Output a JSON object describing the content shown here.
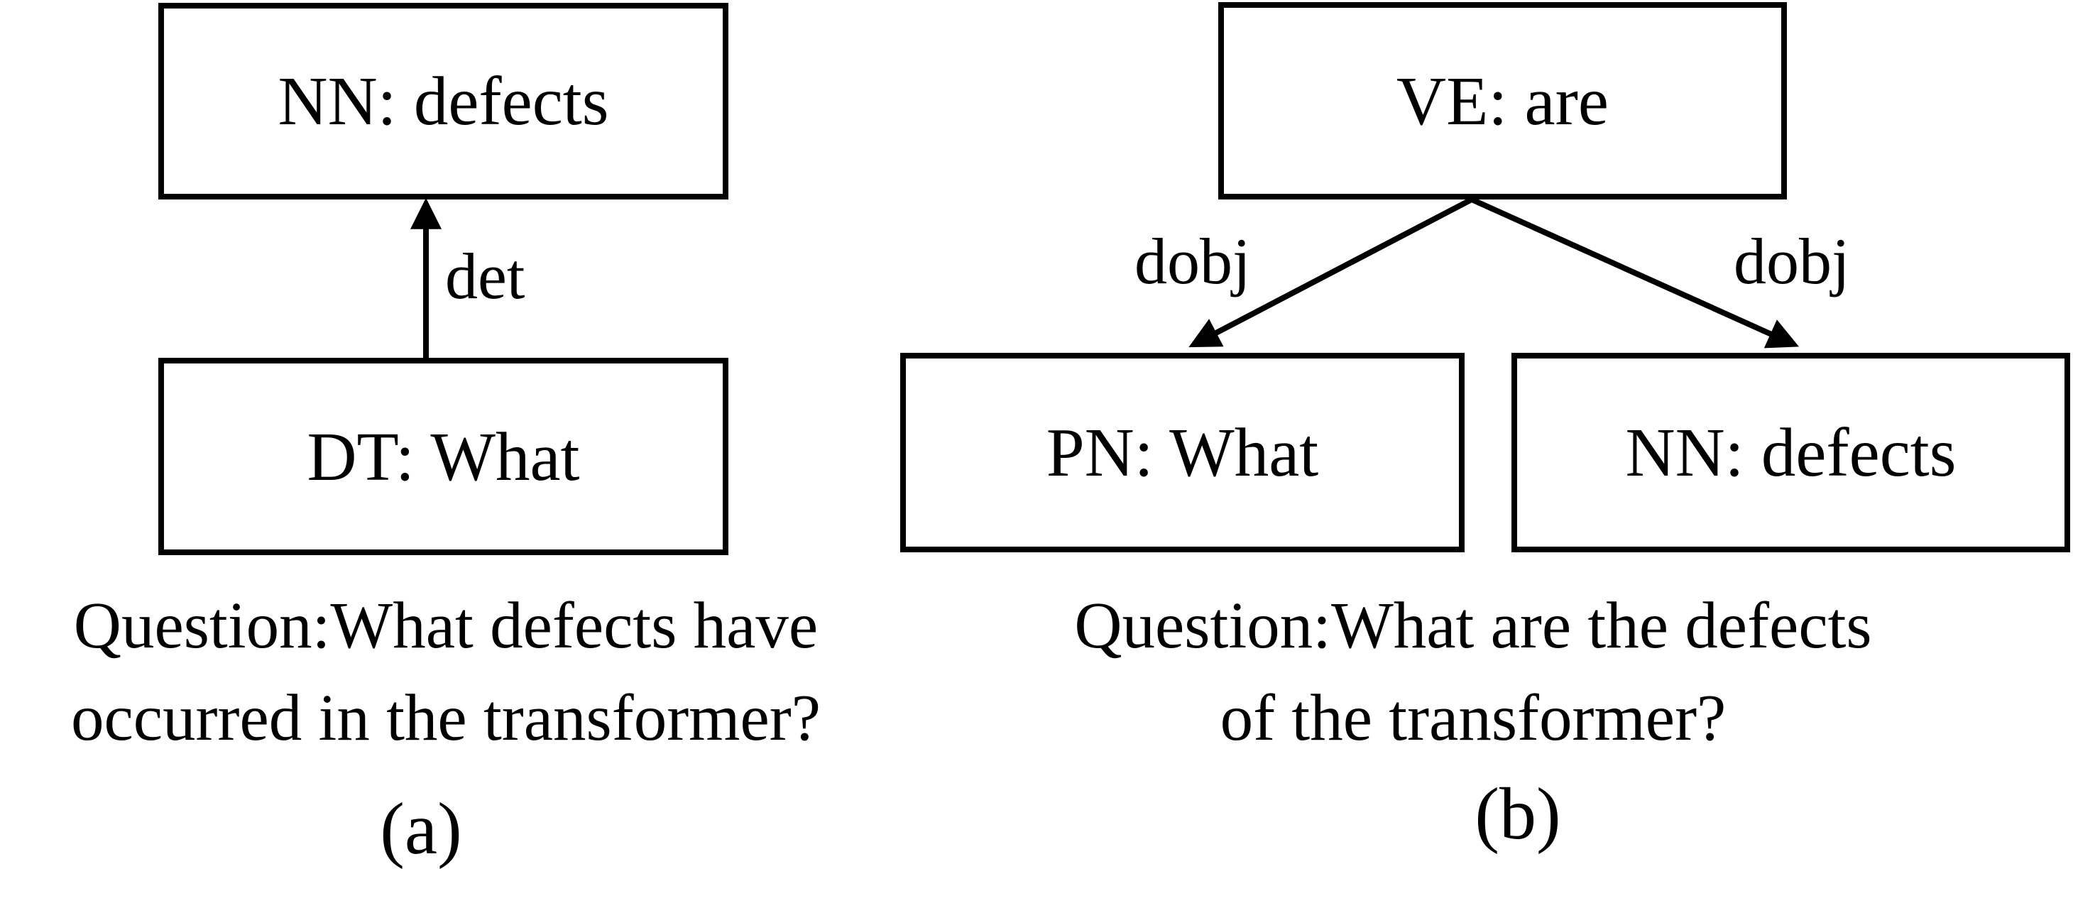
{
  "figure": {
    "background": "#ffffff",
    "ink": "#000000",
    "panels": [
      {
        "label": "(a)",
        "head_node": "NN: defects",
        "dependent_node": "DT: What",
        "edges": [
          {
            "label": "det"
          }
        ],
        "question": {
          "line1": "Question:What defects have",
          "line2": "occurred in the transformer?"
        }
      },
      {
        "label": "(b)",
        "head_node": "VE: are",
        "dependent_left_node": "PN: What",
        "dependent_right_node": "NN: defects",
        "edges": [
          {
            "label": "dobj"
          },
          {
            "label": "dobj"
          }
        ],
        "question": {
          "line1": "Question:What are the defects",
          "line2": "of the transformer?"
        }
      }
    ]
  }
}
